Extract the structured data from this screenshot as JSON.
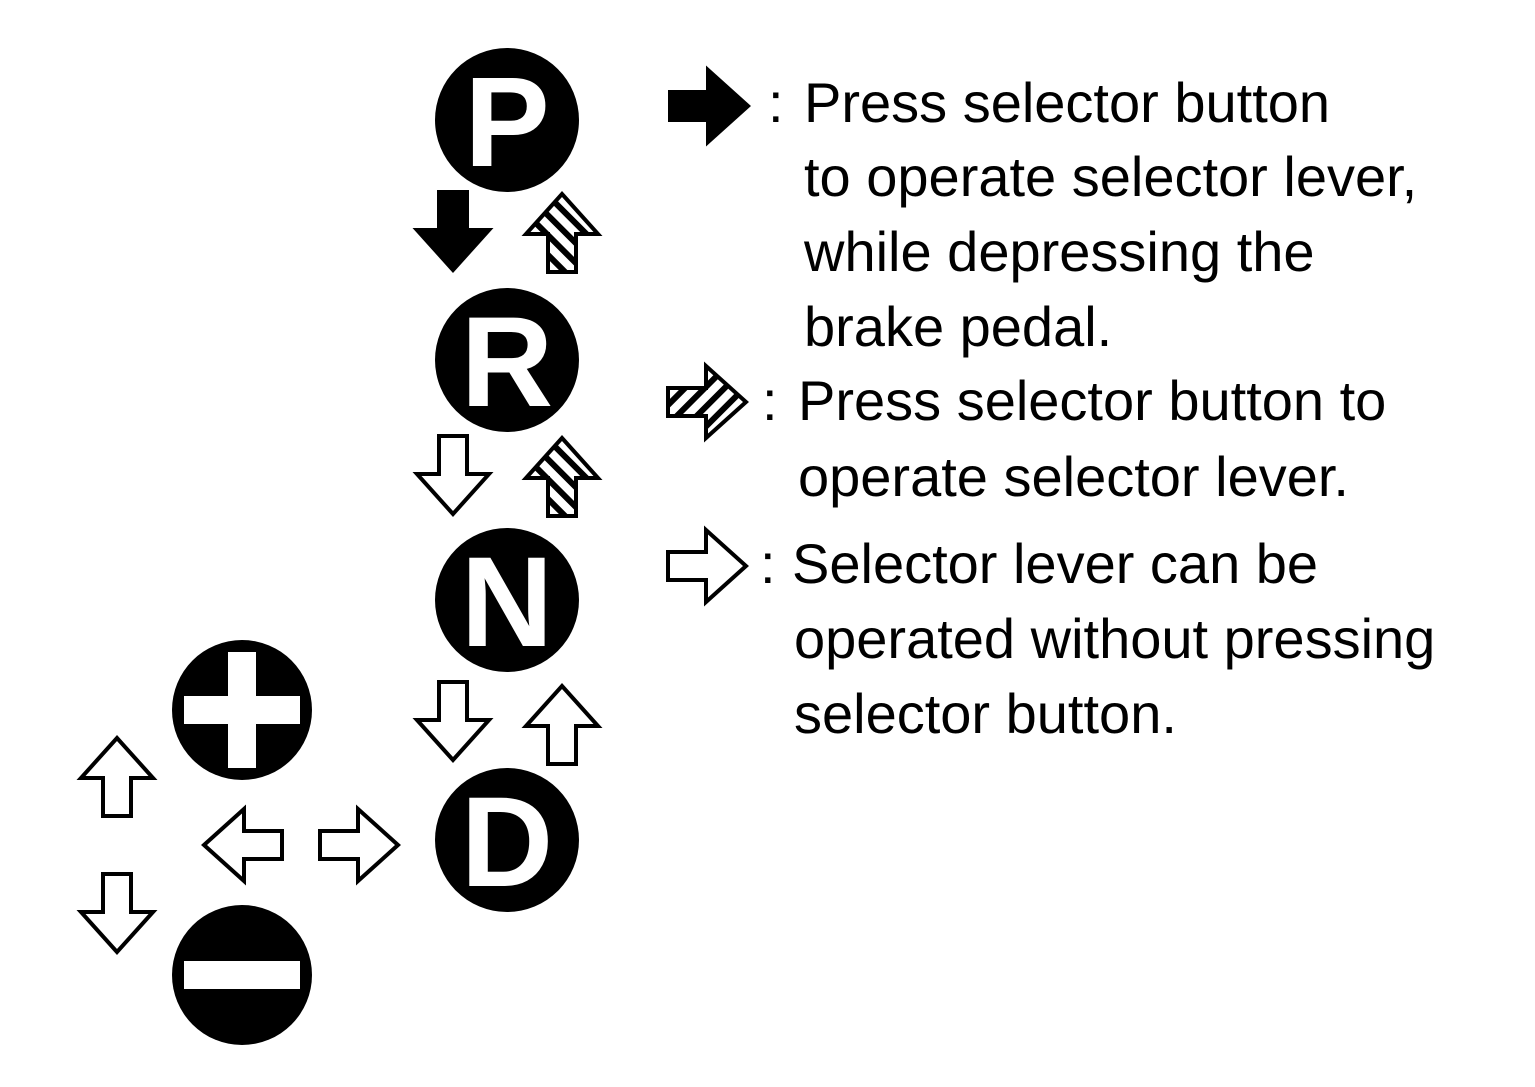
{
  "colors": {
    "ink": "#000000",
    "paper": "#ffffff"
  },
  "positions": [
    {
      "id": "p",
      "label": "P"
    },
    {
      "id": "r",
      "label": "R"
    },
    {
      "id": "n",
      "label": "N"
    },
    {
      "id": "d",
      "label": "D"
    }
  ],
  "manual": {
    "plus_icon": "plus-icon",
    "minus_icon": "minus-icon"
  },
  "legend": [
    {
      "arrow_style": "solid-black",
      "separator": ":",
      "lines": [
        "Press selector button",
        "to operate selector lever,",
        "while depressing the",
        "brake pedal."
      ]
    },
    {
      "arrow_style": "hatched",
      "separator": ":",
      "lines": [
        "Press selector button to",
        "operate selector lever."
      ]
    },
    {
      "arrow_style": "white-outline",
      "separator": ":",
      "lines": [
        "Selector lever can be",
        "operated without pressing",
        "selector button."
      ]
    }
  ]
}
